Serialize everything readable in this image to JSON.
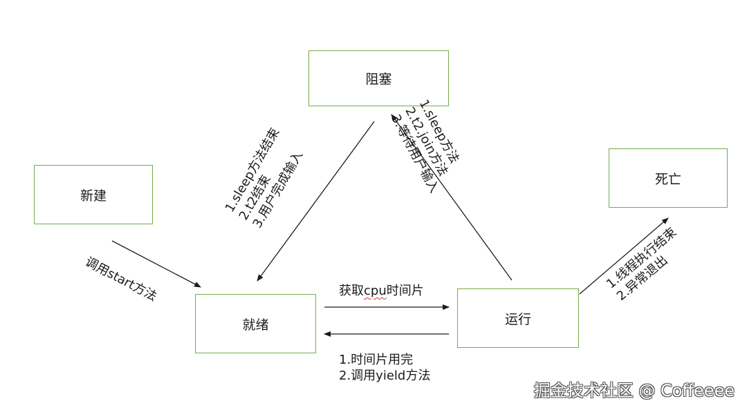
{
  "colors": {
    "box_border": "#70ad47",
    "arrow": "#1a1a1a",
    "text": "#1a1a1a",
    "squiggle": "#d9372f"
  },
  "states": {
    "blocked": "阻塞",
    "new": "新建",
    "ready": "就绪",
    "running": "运行",
    "dead": "死亡"
  },
  "transitions": {
    "new_to_ready": [
      "调用start方法"
    ],
    "running_to_blocked": [
      "1.sleep方法",
      "2.t2.join方法",
      "3.等待用户输入"
    ],
    "blocked_to_ready": [
      "1.sleep方法结束",
      "2.t2结束",
      "3.用户完成输入"
    ],
    "ready_to_running": {
      "prefix": "获取",
      "highlight": "cpu",
      "suffix": "时间片"
    },
    "running_to_ready": [
      "1.时间片用完",
      "2.调用yield方法"
    ],
    "running_to_dead": [
      "1.线程执行结束",
      "2.异常退出"
    ]
  },
  "watermark": "掘金技术社区 @ Coffeeee"
}
